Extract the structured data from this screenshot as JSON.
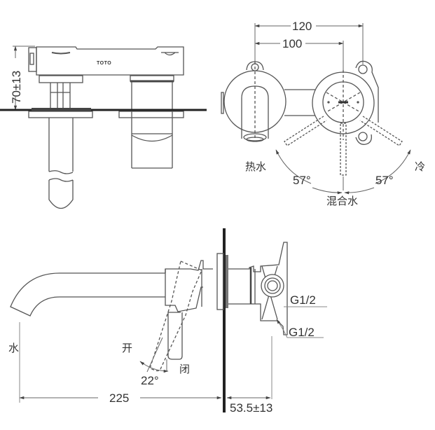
{
  "diagram": {
    "type": "technical-drawing",
    "subject": "wall-mounted single-lever basin faucet",
    "colors": {
      "line": "#555555",
      "dim_line": "#777777",
      "wall": "#222222",
      "text": "#333333",
      "background": "#ffffff"
    },
    "top_left_view": {
      "name": "top view",
      "brand_text": "TOTO",
      "dim_height": "70±13"
    },
    "top_right_view": {
      "name": "front view (wall plate)",
      "dim_outer": "120",
      "dim_inner": "100",
      "label_hot": "热水",
      "label_cold": "冷",
      "label_mixed": "混合水",
      "angle_left": "57°",
      "angle_right": "57°"
    },
    "bottom_view": {
      "name": "side view",
      "label_water": "水",
      "label_open": "开",
      "label_close": "闭",
      "angle_lever": "22°",
      "dim_spout": "225",
      "dim_depth": "53.5±13",
      "thread_upper": "G1/2",
      "thread_lower": "G1/2"
    }
  }
}
